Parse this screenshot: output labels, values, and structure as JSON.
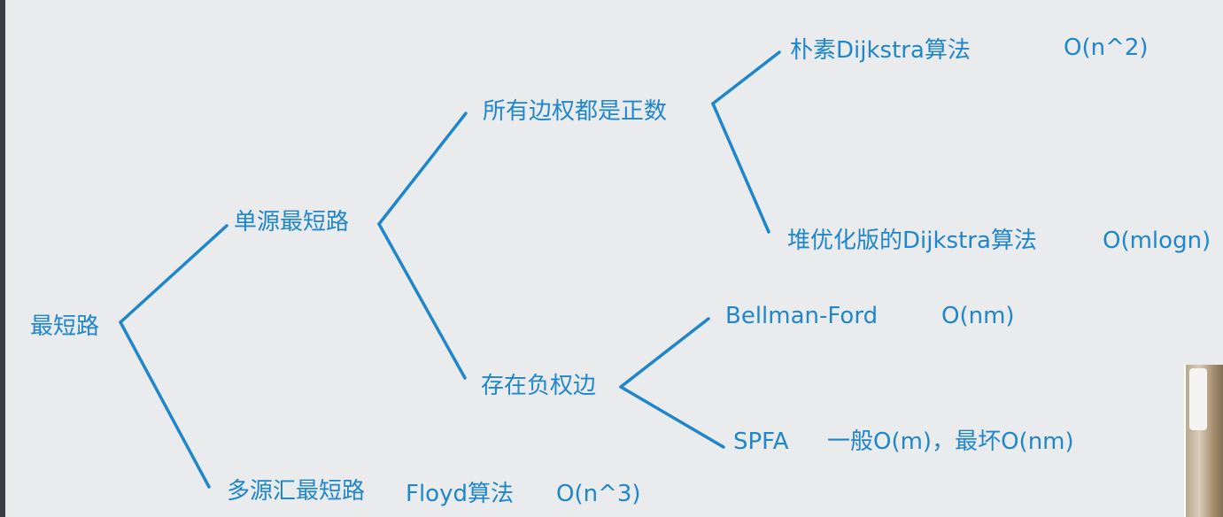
{
  "diagram": {
    "root": "最短路",
    "single_source": "单源最短路",
    "multi_source": "多源汇最短路",
    "all_positive": "所有边权都是正数",
    "negative_edge": "存在负权边",
    "naive_dijkstra": "朴素Dijkstra算法",
    "naive_dijkstra_complexity": "O(n^2)",
    "heap_dijkstra": "堆优化版的Dijkstra算法",
    "heap_dijkstra_complexity": "O(mlogn)",
    "bellman_ford": "Bellman-Ford",
    "bellman_ford_complexity": "O(nm)",
    "spfa": "SPFA",
    "spfa_complexity": "一般O(m)，最坏O(nm)",
    "floyd": "Floyd算法",
    "floyd_complexity": "O(n^3)"
  },
  "colors": {
    "line": "#1f86c9",
    "text": "#1f86c9",
    "background": "#eaebed"
  }
}
